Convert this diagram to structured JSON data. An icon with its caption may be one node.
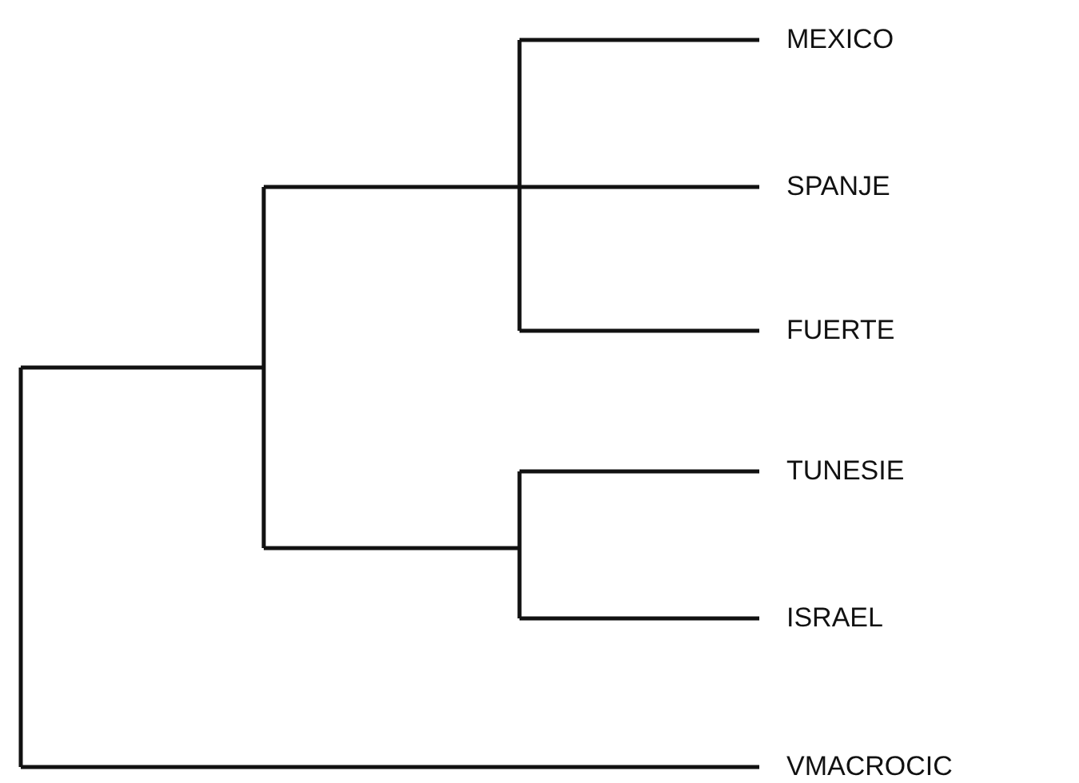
{
  "diagram": {
    "nodes": [
      {
        "text": [
          "MEXICO"
        ]
      },
      {
        "text": [
          "SPANJE"
        ]
      },
      {
        "text": [
          "FUERTE"
        ]
      },
      {
        "text": [
          "TUNESIE"
        ]
      },
      {
        "text": [
          "ISRAEL"
        ]
      },
      {
        "text": [
          "VMACROCIC"
        ]
      }
    ],
    "edges": [
      {
        "from": null,
        "to": 0,
        "arrow": "none"
      },
      {
        "from": null,
        "to": 1,
        "arrow": "none"
      },
      {
        "from": null,
        "to": 2,
        "arrow": "none"
      },
      {
        "from": null,
        "to": 3,
        "arrow": "none"
      },
      {
        "from": null,
        "to": 4,
        "arrow": "none"
      },
      {
        "from": null,
        "to": 5,
        "arrow": "none"
      }
    ]
  }
}
